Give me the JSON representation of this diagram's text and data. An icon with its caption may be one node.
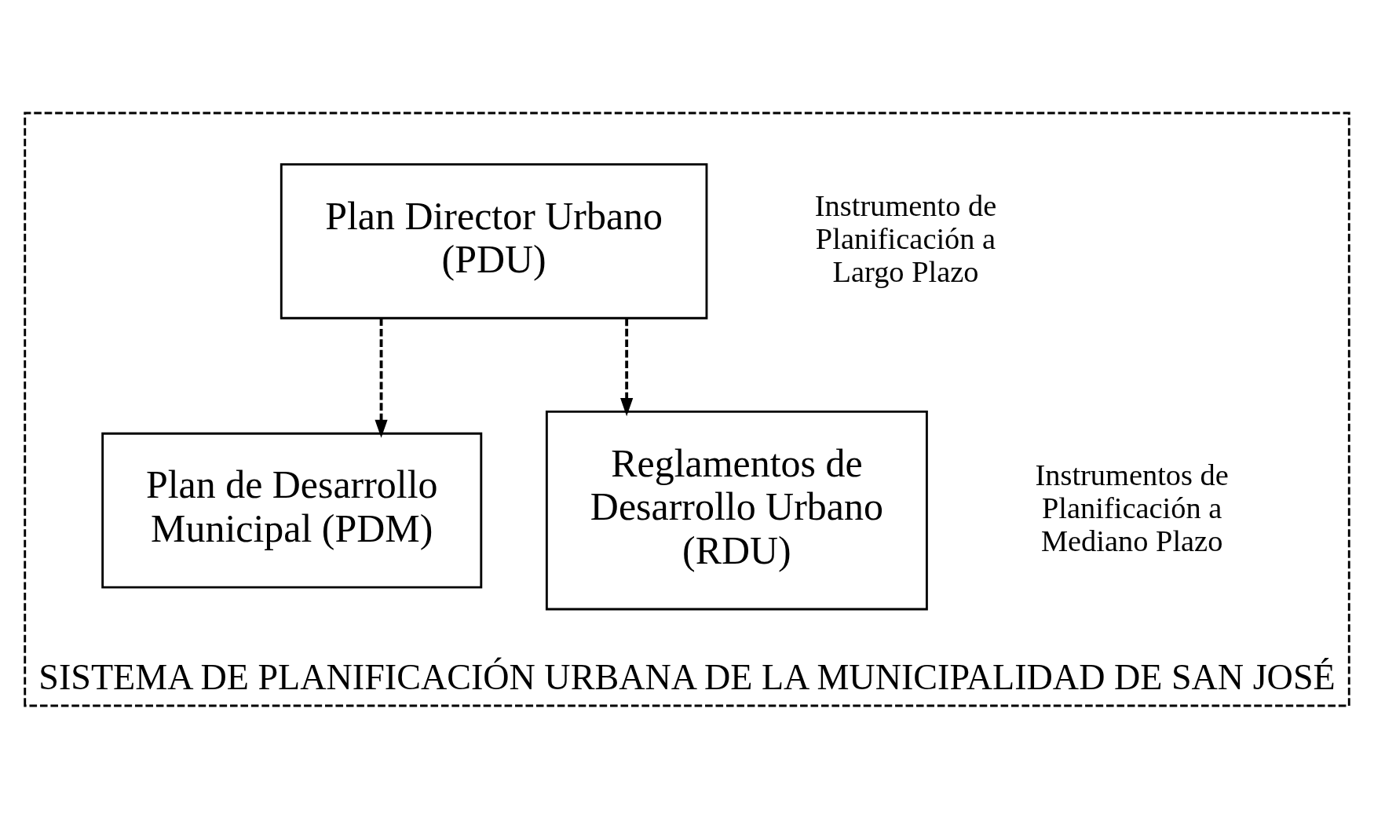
{
  "diagram": {
    "nodes": [
      {
        "text": [
          "SISTEMA DE PLANIFICACIÓN URBANA DE LA MUNICIPALIDAD DE SAN JOSÉ"
        ]
      },
      {
        "text": [
          "Plan Director Urbano (PDU)"
        ],
        "in": 0
      },
      {
        "text": [
          "Plan de Desarrollo Municipal (PDM)"
        ],
        "in": 0
      },
      {
        "text": [
          "Reglamentos de Desarrollo Urbano (RDU)"
        ],
        "in": 0
      }
    ],
    "edges": [
      {
        "from": 1,
        "to": 2,
        "arrow": "to",
        "style": "dashed"
      },
      {
        "from": 1,
        "to": 3,
        "arrow": "to",
        "style": "dashed"
      }
    ],
    "labels": [
      "Instrumento de Planificación a Largo Plazo",
      "Instrumentos de Planificación a Mediano Plazo"
    ]
  }
}
